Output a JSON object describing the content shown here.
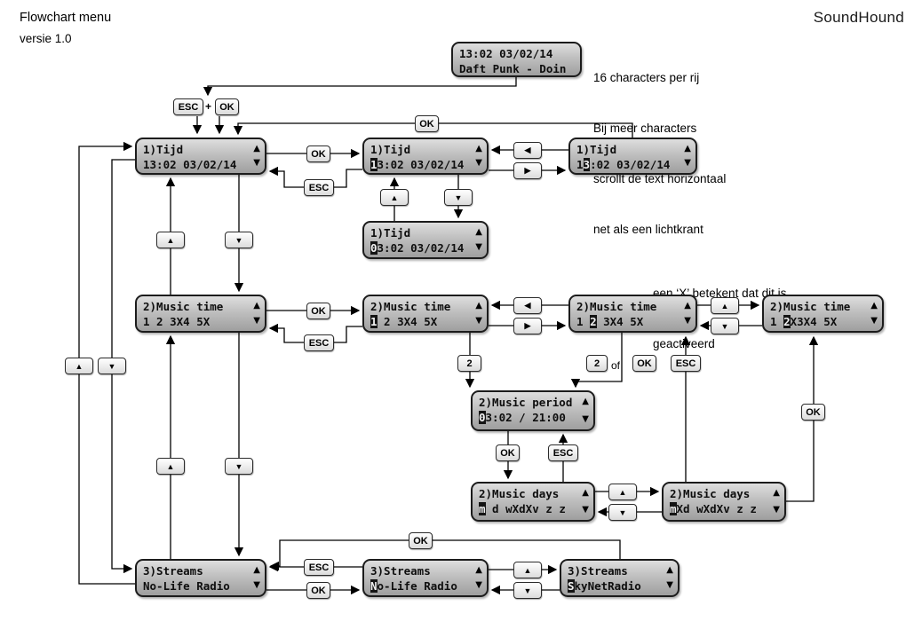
{
  "header": {
    "title": "Flowchart menu",
    "version": "versie 1.0",
    "brand": "SoundHound"
  },
  "notes": {
    "scroll": [
      "16 characters per rij",
      "Bij meer characters",
      "scrollt de text horizontaal",
      "net als een lichtkrant"
    ],
    "activated": [
      "een ‘X’ betekent dat dit is",
      "geactiveerd"
    ]
  },
  "buttons": {
    "ok": "OK",
    "esc": "ESC",
    "plus": "+",
    "two": "2",
    "of": "of",
    "up": "▲",
    "down": "▼",
    "left": "◀",
    "right": "▶"
  },
  "indicators": {
    "up": "▲",
    "down": "▼"
  },
  "lcds": {
    "display": {
      "l1": "13:02 03/02/14",
      "pre": "Daft Punk - Doin",
      "cur": "",
      "post": ""
    },
    "tijd_main": {
      "l1": "1)Tijd",
      "pre": "13:02 03/02/14",
      "cur": "",
      "post": ""
    },
    "tijd_edit1": {
      "l1": "1)Tijd",
      "pre": "",
      "cur": "1",
      "post": "3:02 03/02/14"
    },
    "tijd_edit2": {
      "l1": "1)Tijd",
      "pre": "1",
      "cur": "3",
      "post": ":02 03/02/14"
    },
    "tijd_changed": {
      "l1": "1)Tijd",
      "pre": "",
      "cur": "0",
      "post": "3:02 03/02/14"
    },
    "music_main": {
      "l1": "2)Music time",
      "pre": "1 2 3X4 5X",
      "cur": "",
      "post": ""
    },
    "music_edit1": {
      "l1": "2)Music time",
      "pre": "",
      "cur": "1",
      "post": " 2 3X4 5X"
    },
    "music_edit2": {
      "l1": "2)Music time",
      "pre": "1 ",
      "cur": "2",
      "post": " 3X4 5X"
    },
    "music_active": {
      "l1": "2)Music time",
      "pre": "1 ",
      "cur": "2",
      "post": "X3X4 5X"
    },
    "period": {
      "l1": "2)Music period",
      "pre": "",
      "cur": "0",
      "post": "3:02 / 21:00"
    },
    "days_edit": {
      "l1": "2)Music days",
      "pre": "",
      "cur": "m",
      "post": " d wXdXv z z"
    },
    "days_active": {
      "l1": "2)Music days",
      "pre": "",
      "cur": "m",
      "post": "Xd wXdXv z z"
    },
    "streams_main": {
      "l1": "3)Streams",
      "pre": "No-Life Radio",
      "cur": "",
      "post": ""
    },
    "streams_edit": {
      "l1": "3)Streams",
      "pre": "",
      "cur": "N",
      "post": "o-Life Radio"
    },
    "streams_next": {
      "l1": "3)Streams",
      "pre": "",
      "cur": "S",
      "post": "kyNetRadio"
    }
  }
}
